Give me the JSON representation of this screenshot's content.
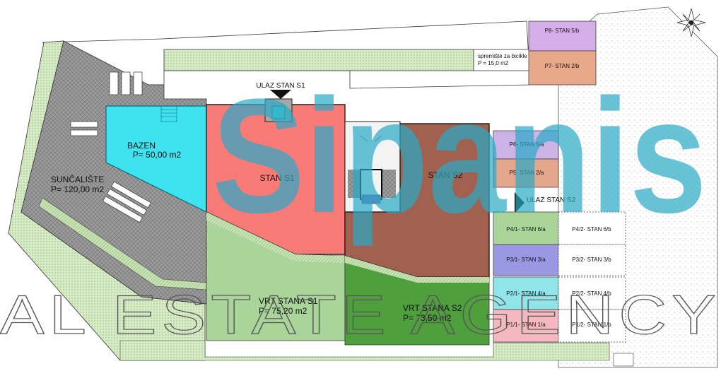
{
  "rooms": {
    "stan_s1": "STAN S1",
    "stan_s2": "STAN S2",
    "bazen_name": "BAZEN",
    "bazen_area": "P= 50,00 m2",
    "sunc_name": "SUNČALIŠTE",
    "sunc_area": "P= 120,00 m2",
    "vrt1_name": "VRT STANA S1",
    "vrt1_area": "P= 75,20 m2",
    "vrt2_name": "VRT STANA S2",
    "vrt2_area": "P= 73,50 m2",
    "bike_name": "spremište za bicikle",
    "bike_area": "P = 15,0 m2"
  },
  "entrances": {
    "s1": "ULAZ STAN S1",
    "s2": "ULAZ STAN S2"
  },
  "parking": {
    "p8": "P8- STAN 5/b",
    "p7": "P7- STAN 2/b",
    "p6": "P6- STAN 5/a",
    "p5": "P5- STAN 2/a",
    "p4_1": "P4/1- STAN 6/a",
    "p4_2": "P4/2- STAN 6/b",
    "p3_1": "P3/1- STAN 3/a",
    "p3_2": "P3/2- STAN 3/b",
    "p2_1": "P2/1- STAN 4/a",
    "p2_2": "P2/2- STAN 4/b",
    "p1_1": "P1/1- STAN 1/a",
    "p1_2": "P1/2- STAN 1/b"
  },
  "watermark": {
    "brand": "Sipanis",
    "tagline": "AL ESTATE AGENCY"
  },
  "colors": {
    "stan_s1": "#f97b78",
    "stan_s2": "#a1614e",
    "pool": "#3fe3f0",
    "garden_s1": "#a9d49a",
    "garden_s2": "#4f9f3f",
    "watermark": "#2aa9c6"
  }
}
